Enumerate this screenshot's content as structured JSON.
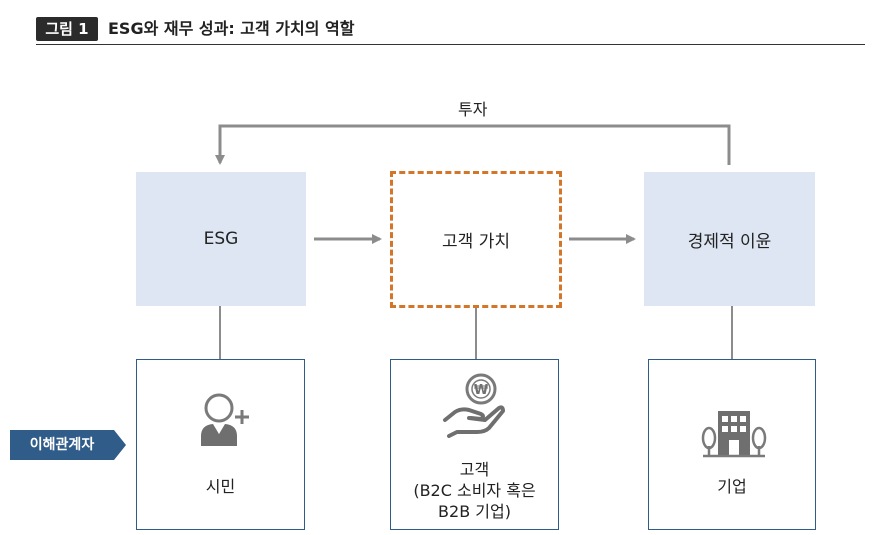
{
  "figure": {
    "badge": "그림 1",
    "title": "ESG와 재무 성과: 고객 가치의 역할"
  },
  "feedback_label": "투자",
  "nodes": {
    "esg": "ESG",
    "customer_value": "고객 가치",
    "profit": "경제적 이윤"
  },
  "stakeholders_label": "이해관계자",
  "stakeholders": {
    "citizen": "시민",
    "customer_line1": "고객",
    "customer_line2": "(B2C 소비자 혹은",
    "customer_line3": "B2B 기업)",
    "company": "기업"
  },
  "icons": {
    "citizen": "person-add-icon",
    "customer": "hand-coin-icon",
    "company": "building-icon"
  },
  "colors": {
    "node_fill": "#dde6f2",
    "dashed_border": "#d3762a",
    "stakeholder_border": "#2f5c89",
    "tag_fill": "#2f5c89",
    "connector": "#8c8c8c"
  }
}
